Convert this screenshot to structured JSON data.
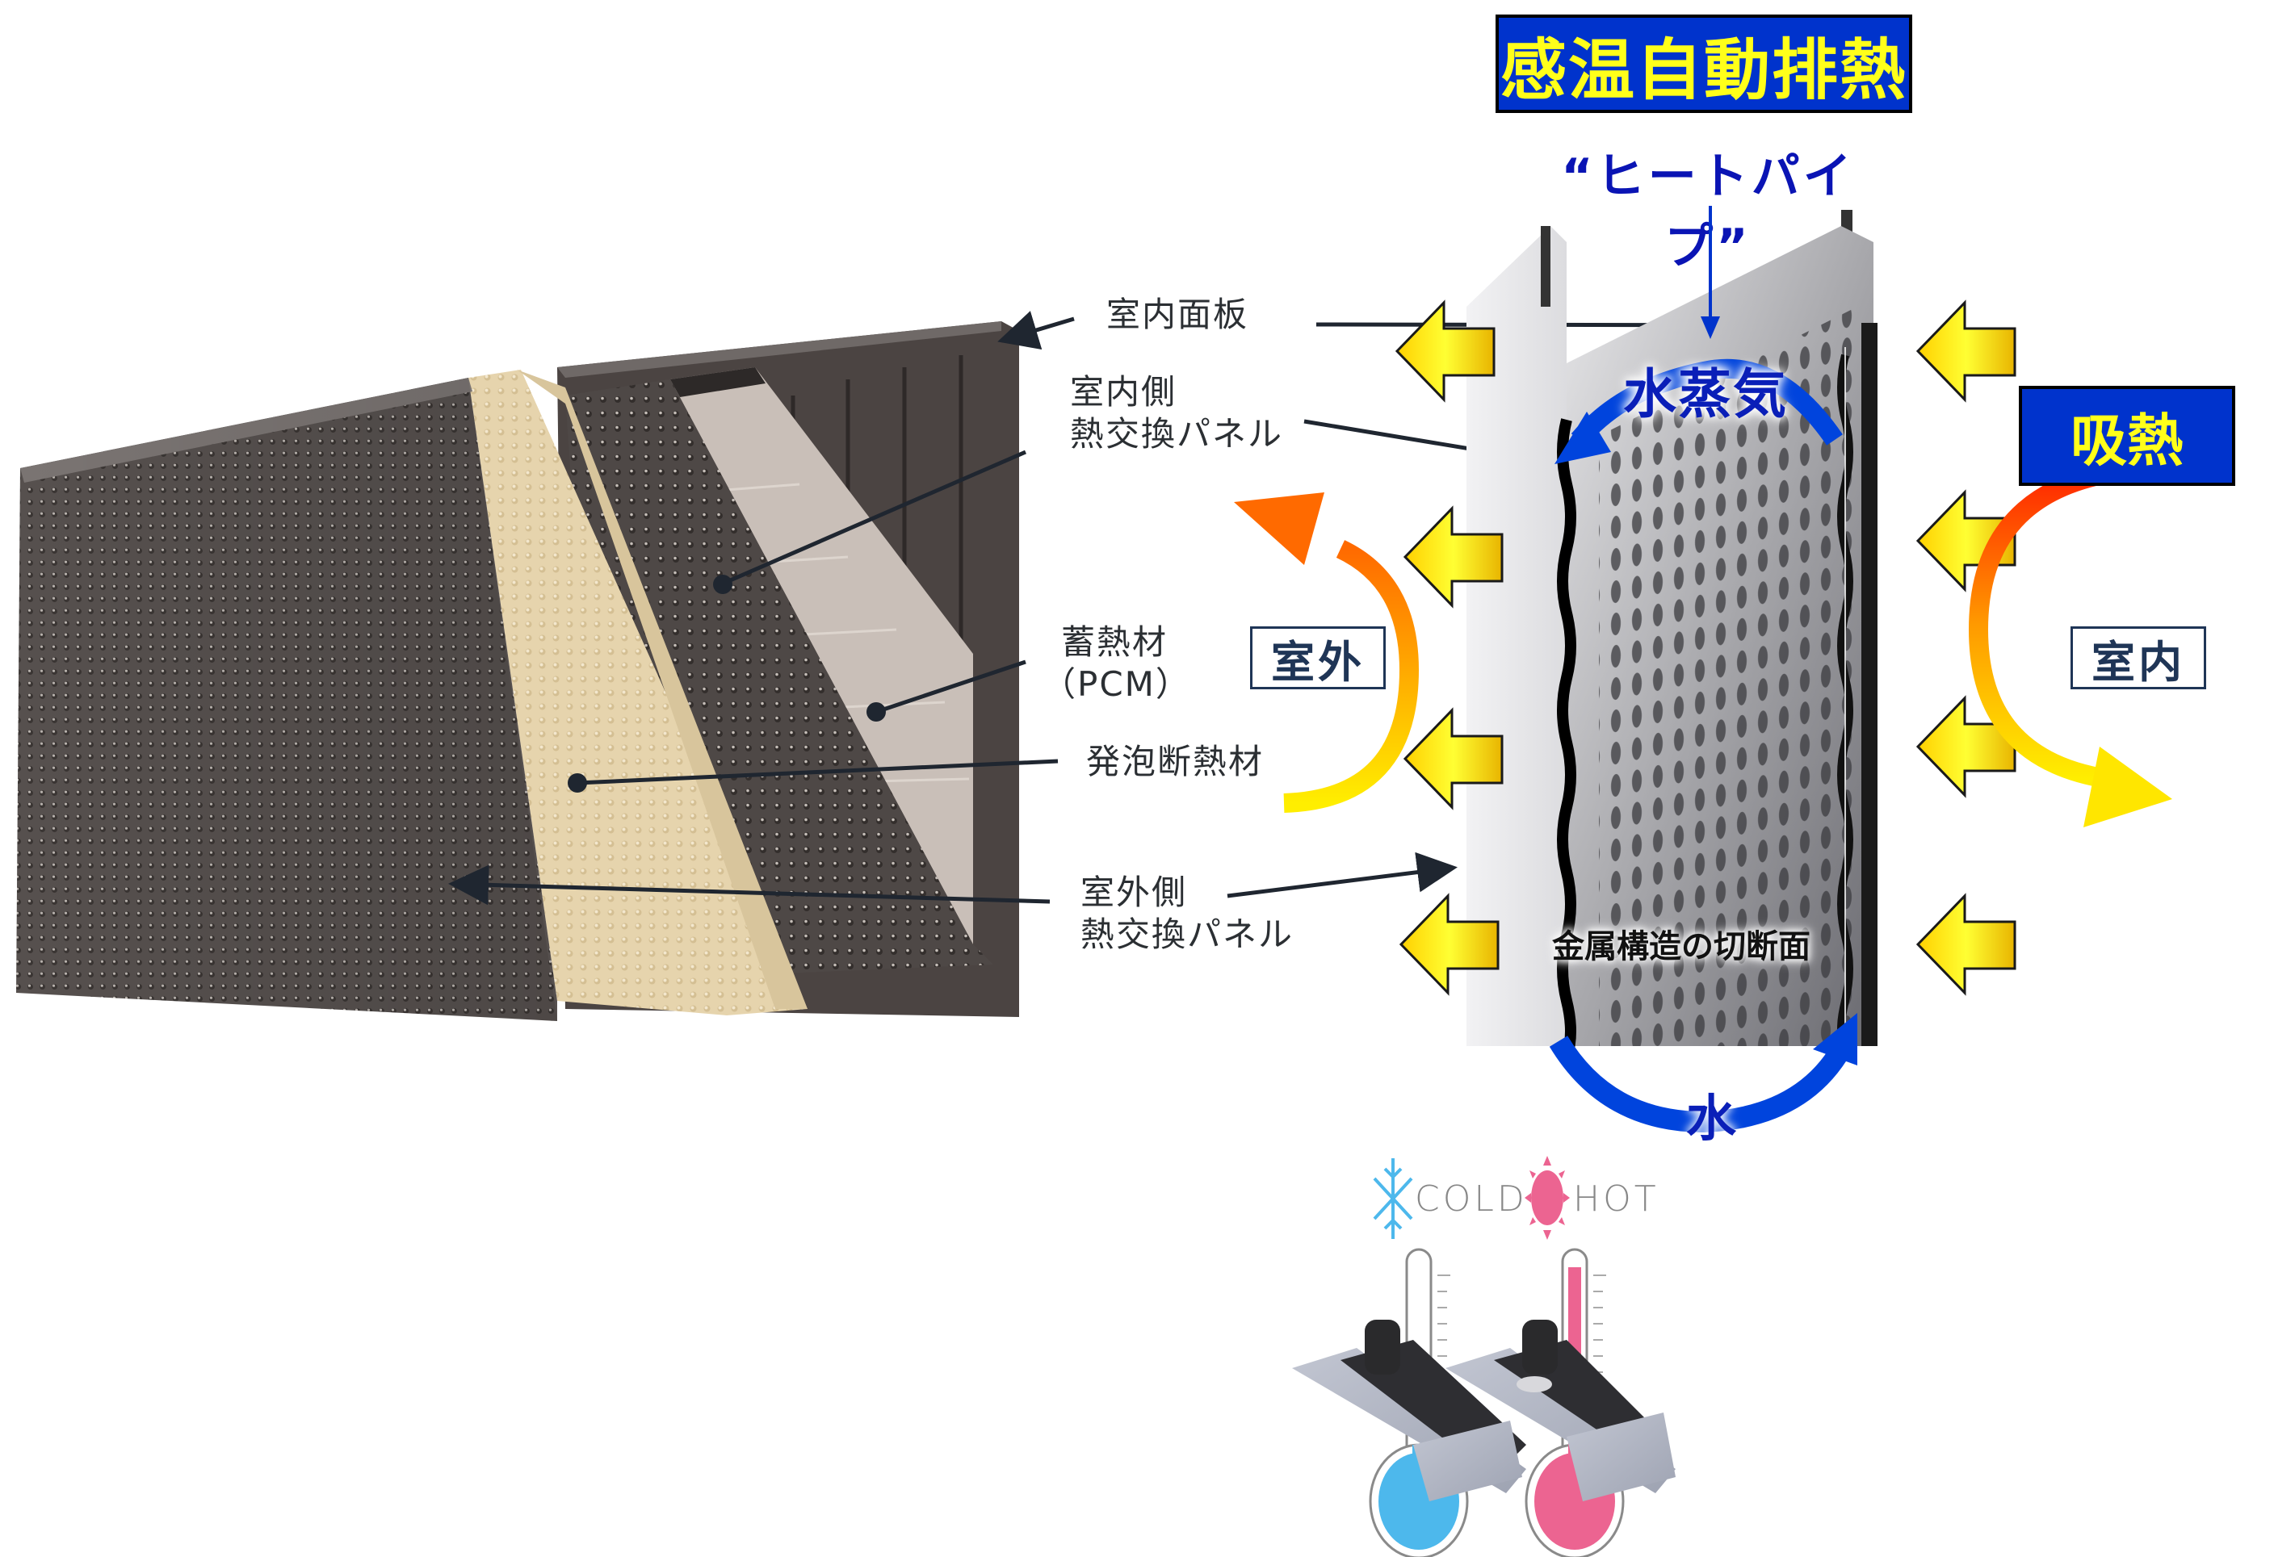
{
  "title": "感温自動排熱",
  "heat_pipe_label": "“ヒートパイプ”",
  "absorb_label": "吸熱",
  "outdoor_label": "室外",
  "indoor_label": "室内",
  "vapor_label": "水蒸気",
  "water_label": "水",
  "cross_section_label": "金属構造の切断面",
  "callouts": {
    "indoor_face_panel": "室内面板",
    "indoor_hx_panel_line1": "室内側",
    "indoor_hx_panel_line2": "熱交換パネル",
    "pcm_line1": "蓄熱材",
    "pcm_line2": "（PCM）",
    "foam_insulation": "発泡断熱材",
    "outdoor_hx_panel_line1": "室外側",
    "outdoor_hx_panel_line2": "熱交換パネル"
  },
  "states": [
    {
      "label": "COLD",
      "icon": "snowflake-icon",
      "level": 0.0,
      "color": "#4db8ec"
    },
    {
      "label": "HOT",
      "icon": "sun-icon",
      "level": 0.9,
      "color": "#ec6491"
    }
  ],
  "colors": {
    "title_bg": "#0033cc",
    "title_text": "#ffff1a",
    "arrow_yellow": "#ffd700",
    "flow_blue": "#0044dd",
    "label_navy": "#1f3556"
  }
}
